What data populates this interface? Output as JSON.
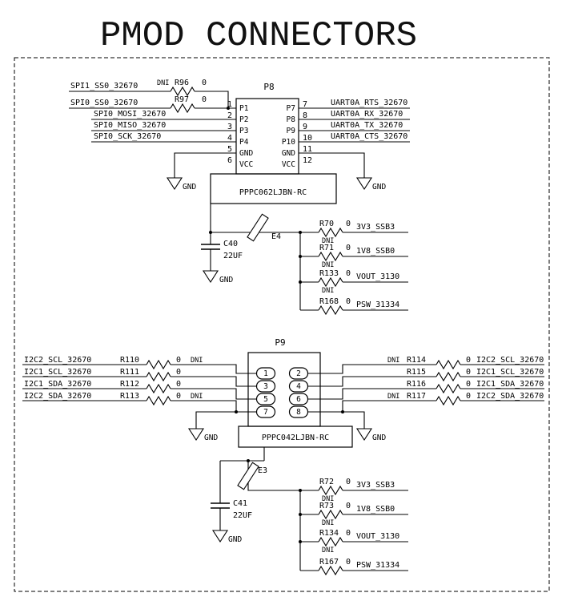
{
  "title": "PMOD CONNECTORS",
  "gnd": "GND",
  "p8": {
    "ref": "P8",
    "part": "PPPC062LJBN-RC",
    "pin_nums_left": [
      "1",
      "2",
      "3",
      "4",
      "5",
      "6"
    ],
    "pin_labels_left": [
      "P1",
      "P2",
      "P3",
      "P4",
      "GND",
      "VCC"
    ],
    "pin_nums_right": [
      "7",
      "8",
      "9",
      "10",
      "11",
      "12"
    ],
    "pin_labels_right": [
      "P7",
      "P8",
      "P9",
      "P10",
      "GND",
      "VCC"
    ],
    "in_a": {
      "net": "SPI1_SS0_32670",
      "dni": "DNI",
      "ref": "R96",
      "value": "0"
    },
    "in_b": {
      "net": "SPI0_SS0_32670",
      "ref": "R97",
      "value": "0"
    },
    "in_rows": [
      "SPI0_MOSI_32670",
      "SPI0_MISO_32670",
      "SPI0_SCK_32670"
    ],
    "out_rows": [
      "UART0A_RTS_32670",
      "UART0A_RX_32670",
      "UART0A_TX_32670",
      "UART0A_CTS_32670"
    ],
    "cap": {
      "ref": "C40",
      "value": "22UF"
    },
    "jumper": "E4",
    "pulls": [
      {
        "ref": "R70",
        "value": "0",
        "dni": "DNI",
        "net": "3V3_SSB3"
      },
      {
        "ref": "R71",
        "value": "0",
        "dni": "DNI",
        "net": "1V8_SSB0"
      },
      {
        "ref": "R133",
        "value": "0",
        "dni": "DNI",
        "net": "VOUT_3130"
      },
      {
        "ref": "R168",
        "value": "0",
        "net": "PSW_31334"
      }
    ]
  },
  "p9": {
    "ref": "P9",
    "part": "PPPC042LJBN-RC",
    "pin_nums_left": [
      "1",
      "3",
      "5",
      "7"
    ],
    "pin_nums_right": [
      "2",
      "4",
      "6",
      "8"
    ],
    "in_rows": [
      {
        "net": "I2C2_SCL_32670",
        "ref": "R110",
        "value": "0",
        "dni": "DNI"
      },
      {
        "net": "I2C1_SCL_32670",
        "ref": "R111",
        "value": "0"
      },
      {
        "net": "I2C1_SDA_32670",
        "ref": "R112",
        "value": "0"
      },
      {
        "net": "I2C2_SDA_32670",
        "ref": "R113",
        "value": "0",
        "dni": "DNI"
      }
    ],
    "out_rows": [
      {
        "dni": "DNI",
        "ref": "R114",
        "value": "0",
        "net": "I2C2_SCL_32670"
      },
      {
        "ref": "R115",
        "value": "0",
        "net": "I2C1_SCL_32670"
      },
      {
        "ref": "R116",
        "value": "0",
        "net": "I2C1_SDA_32670"
      },
      {
        "dni": "DNI",
        "ref": "R117",
        "value": "0",
        "net": "I2C2_SDA_32670"
      }
    ],
    "cap": {
      "ref": "C41",
      "value": "22UF"
    },
    "jumper": "E3",
    "pulls": [
      {
        "ref": "R72",
        "value": "0",
        "dni": "DNI",
        "net": "3V3_SSB3"
      },
      {
        "ref": "R73",
        "value": "0",
        "dni": "DNI",
        "net": "1V8_SSB0"
      },
      {
        "ref": "R134",
        "value": "0",
        "dni": "DNI",
        "net": "VOUT_3130"
      },
      {
        "ref": "R167",
        "value": "0",
        "net": "PSW_31334"
      }
    ]
  }
}
